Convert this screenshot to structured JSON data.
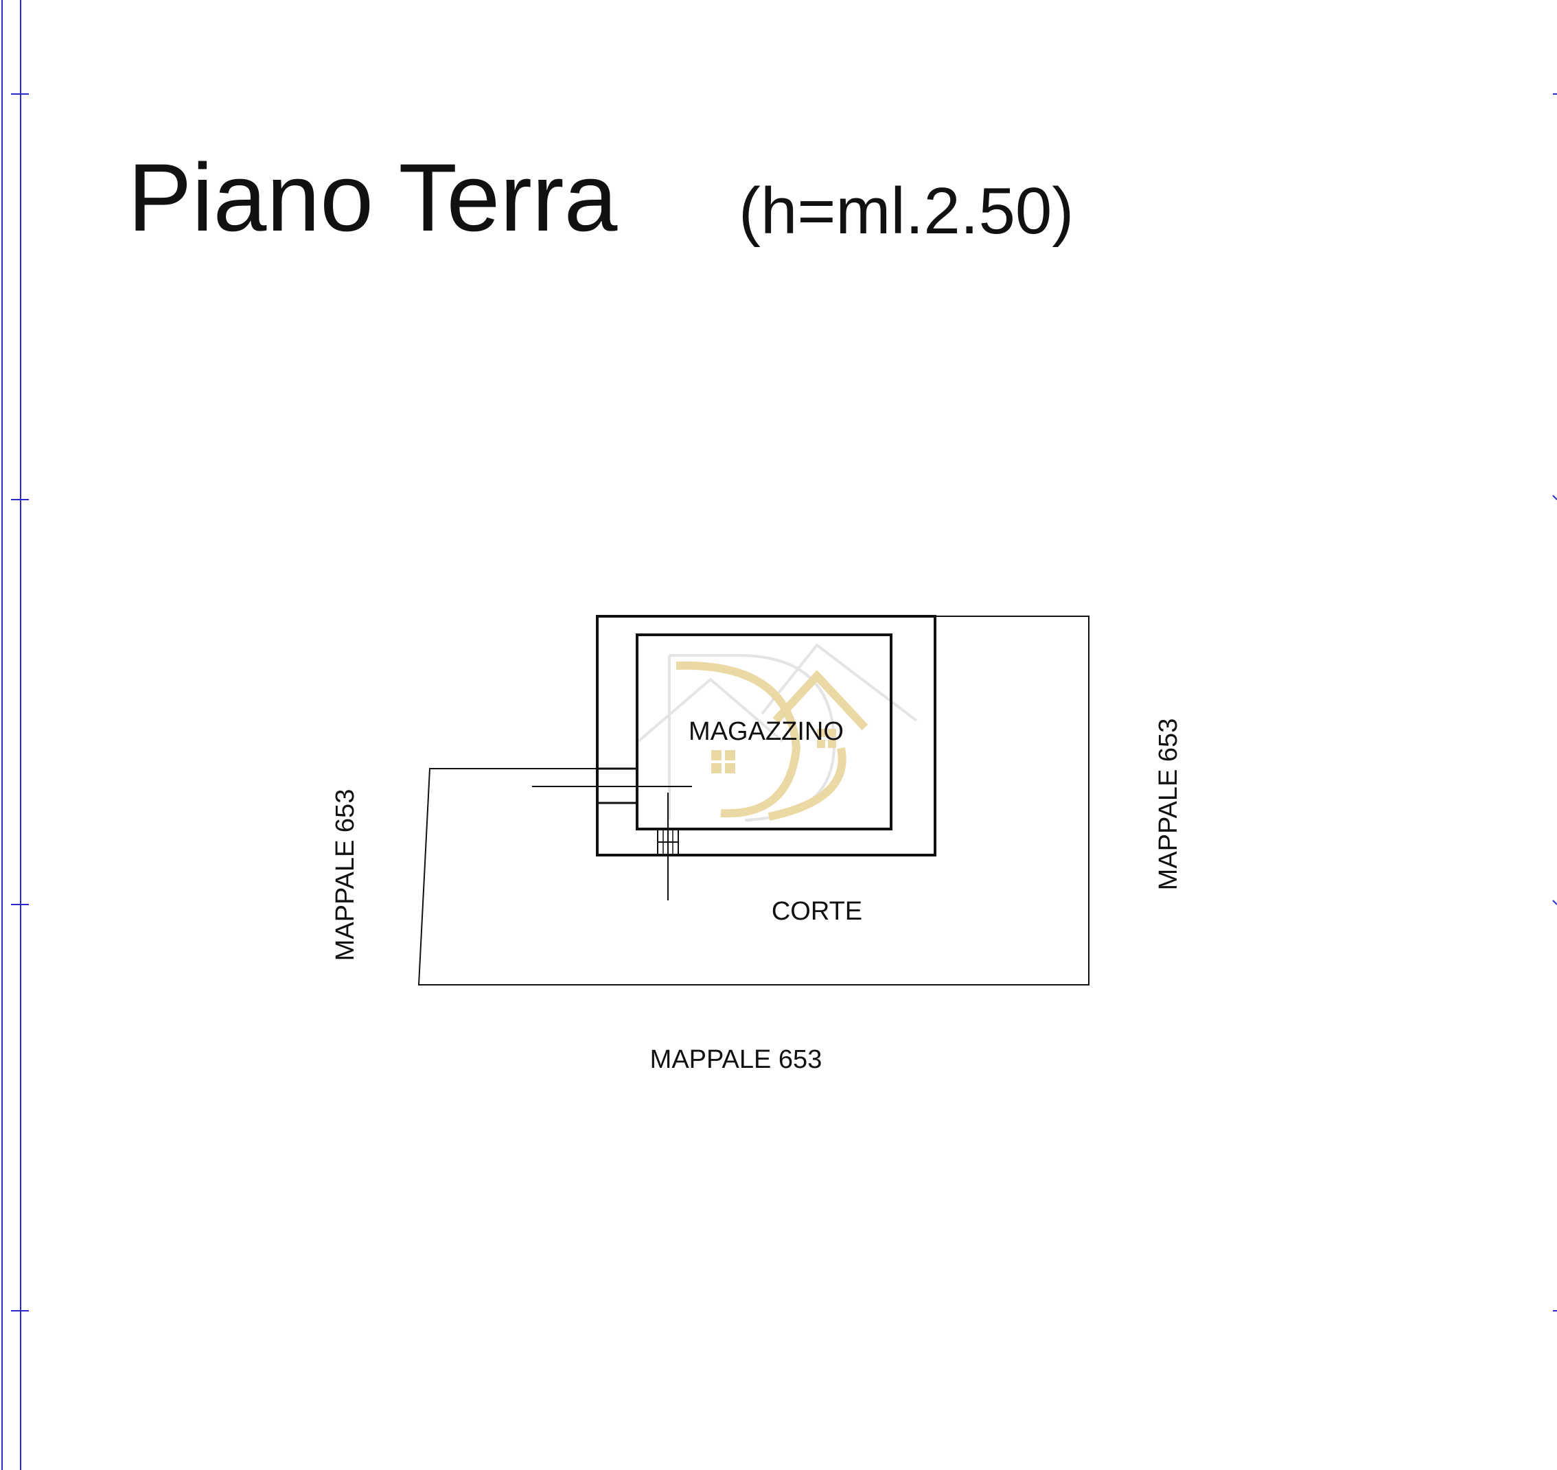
{
  "title": {
    "floor": "Piano Terra",
    "height": "(h=ml.2.50)"
  },
  "rooms": {
    "storage": "MAGAZZINO",
    "courtyard": "CORTE"
  },
  "boundaries": {
    "left": "MAPPALE 653",
    "right": "MAPPALE 653",
    "bottom": "MAPPALE 653"
  },
  "colors": {
    "line": "#111111",
    "frame": "#2a2ac8",
    "watermark": "#e3cd86",
    "watermark_outline": "#d9d9d9"
  },
  "icons": {
    "watermark": "real-estate-logo-watermark"
  }
}
